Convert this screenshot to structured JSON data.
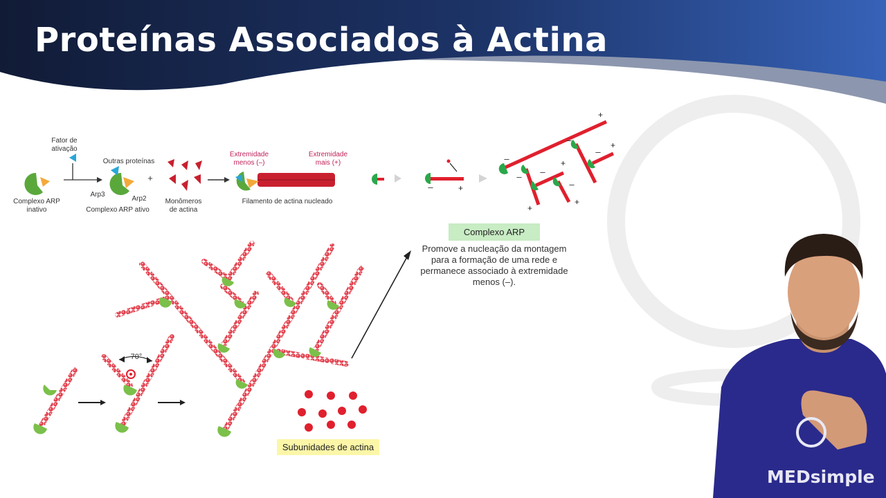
{
  "slide": {
    "title": "Proteínas Associados à Actina"
  },
  "top_diagram": {
    "activation_factor": [
      "Fator de",
      "ativação"
    ],
    "other_proteins": "Outras proteínas",
    "arp3": "Arp3",
    "arp2": "Arp2",
    "inactive_complex": [
      "Complexo ARP",
      "inativo"
    ],
    "active_complex": "Complexo ARP ativo",
    "plus_sign": "+",
    "monomers": [
      "Monômeros",
      "de actina"
    ],
    "minus_end": [
      "Extremidade",
      "menos (–)"
    ],
    "plus_end": [
      "Extremidade",
      "mais (+)"
    ],
    "nucleated_filament": "Filamento de actina nucleado"
  },
  "branch_diagram": {
    "minus": "–",
    "plus": "+"
  },
  "arp_box": {
    "label": "Complexo ARP",
    "description": "Promove a nucleação da montagem para a formação de uma rede e permanece associado à extremidade menos (–)."
  },
  "angle_label": "70°",
  "subunits_label": "Subunidades de actina",
  "brand": "MEDsimple",
  "colors": {
    "header_navy": "#13203f",
    "header_blue": "#2f5aa8",
    "actin_red": "#d8232f",
    "arp_green": "#5aa83c",
    "arp_box": "#c8ecc4",
    "subunit_box": "#fcf6a8"
  }
}
